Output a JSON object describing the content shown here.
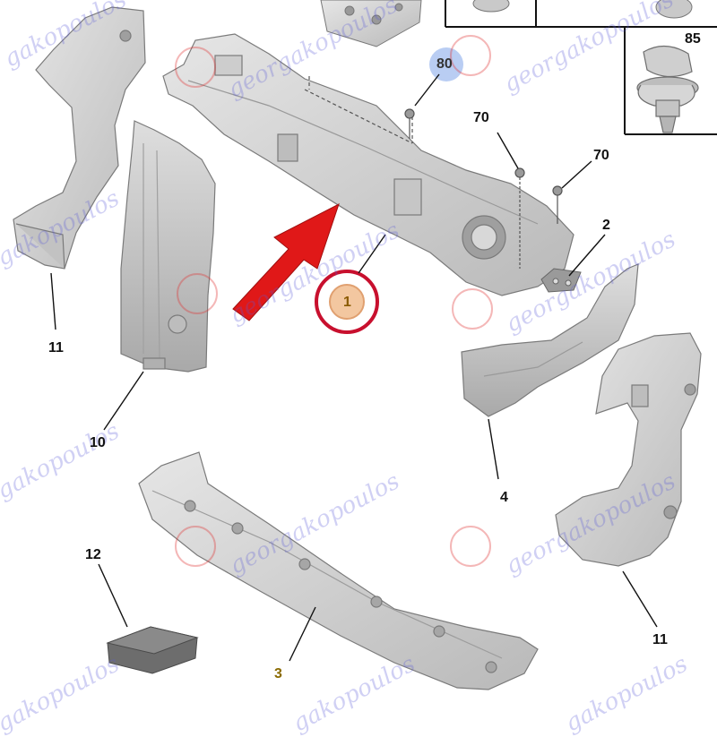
{
  "callouts": {
    "c1": "1",
    "c2": "2",
    "c3": "3",
    "c4": "4",
    "c10": "10",
    "c11a": "11",
    "c11b": "11",
    "c12": "12",
    "c70a": "70",
    "c70b": "70",
    "c80": "80",
    "c85": "85"
  },
  "watermark": {
    "brand": "georgakopoulos",
    "fragment": "gakopoulos"
  },
  "colors": {
    "part_fill": "#d4d4d4",
    "part_stroke": "#7a7a7a",
    "highlight_arrow": "#e01818",
    "highlight_circle": "#c8102e",
    "highlight_dot": "#f3c7a0",
    "watermark": "#5a5ad8"
  }
}
